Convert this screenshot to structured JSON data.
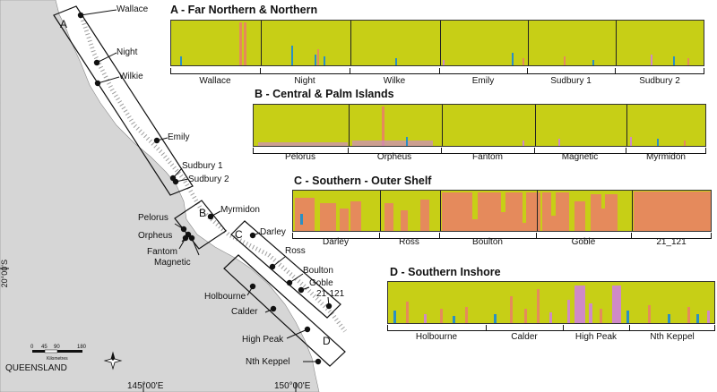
{
  "map": {
    "regions": [
      {
        "key": "A",
        "label": "A"
      },
      {
        "key": "B",
        "label": "B"
      },
      {
        "key": "C",
        "label": "C"
      },
      {
        "key": "D",
        "label": "D"
      }
    ],
    "sites": [
      {
        "key": "wallace",
        "label": "Wallace"
      },
      {
        "key": "night",
        "label": "Night"
      },
      {
        "key": "wilkie",
        "label": "Wilkie"
      },
      {
        "key": "emily",
        "label": "Emily"
      },
      {
        "key": "sudbury1",
        "label": "Sudbury 1"
      },
      {
        "key": "sudbury2",
        "label": "Sudbury 2"
      },
      {
        "key": "myrmidon",
        "label": "Myrmidon"
      },
      {
        "key": "pelorus",
        "label": "Pelorus"
      },
      {
        "key": "orpheus",
        "label": "Orpheus"
      },
      {
        "key": "fantom",
        "label": "Fantom"
      },
      {
        "key": "magnetic",
        "label": "Magnetic"
      },
      {
        "key": "darley",
        "label": "Darley"
      },
      {
        "key": "ross",
        "label": "Ross"
      },
      {
        "key": "boulton",
        "label": "Boulton"
      },
      {
        "key": "goble",
        "label": "Goble"
      },
      {
        "key": "s21_121",
        "label": "21-121"
      },
      {
        "key": "holbourne",
        "label": "Holbourne"
      },
      {
        "key": "calder",
        "label": "Calder"
      },
      {
        "key": "highpeak",
        "label": "High Peak"
      },
      {
        "key": "nthkeppel",
        "label": "Nth Keppel"
      }
    ],
    "latitude_label": "20°00'S",
    "longitude_labels": [
      "145°00'E",
      "150°00'E"
    ],
    "state_label": "QUEENSLAND",
    "scale_ticks": [
      "0",
      "45",
      "90",
      "180"
    ],
    "scale_unit": "Kilometres"
  },
  "panels": [
    {
      "key": "A",
      "title": "A - Far Northern & Northern",
      "pops": [
        "Wallace",
        "Night",
        "Wilke",
        "Emily",
        "Sudbury 1",
        "Sudbury 2"
      ]
    },
    {
      "key": "B",
      "title": "B - Central & Palm Islands",
      "pops": [
        "Pelorus",
        "Orpheus",
        "Fantom",
        "Magnetic",
        "Myrmidon"
      ]
    },
    {
      "key": "C",
      "title": "C - Southern - Outer Shelf",
      "pops": [
        "Darley",
        "Ross",
        "Boulton",
        "Goble",
        "21_121"
      ]
    },
    {
      "key": "D",
      "title": "D - Southern Inshore",
      "pops": [
        "Holbourne",
        "Calder",
        "High Peak",
        "Nth Keppel"
      ]
    }
  ],
  "colors": {
    "cluster_yellow": "#c7cf16",
    "cluster_orange": "#e58a5c",
    "cluster_blue": "#2a8fc4",
    "cluster_pink": "#cf8ac6",
    "land": "#d6d6d6",
    "reef": "#bdbdbd"
  }
}
